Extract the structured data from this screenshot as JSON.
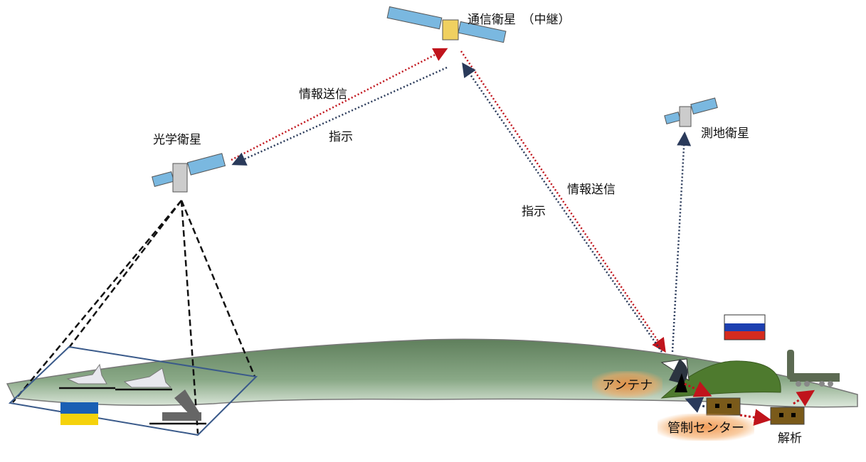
{
  "labels": {
    "comm_satellite": "通信衛星　（中継）",
    "optical_satellite": "光学衛星",
    "geodetic_satellite": "測地衛星",
    "left_send": "情報送信",
    "left_command": "指示",
    "right_send": "情報送信",
    "right_command": "指示",
    "antenna": "アンテナ",
    "control_center": "管制センター",
    "analysis": "解析"
  },
  "colors": {
    "send_arrow": "#c0141c",
    "command_arrow": "#2a3a5a",
    "coverage": "#3a5a8a",
    "earth": "#6f8f6a",
    "bunker": "#7a5a1a"
  }
}
